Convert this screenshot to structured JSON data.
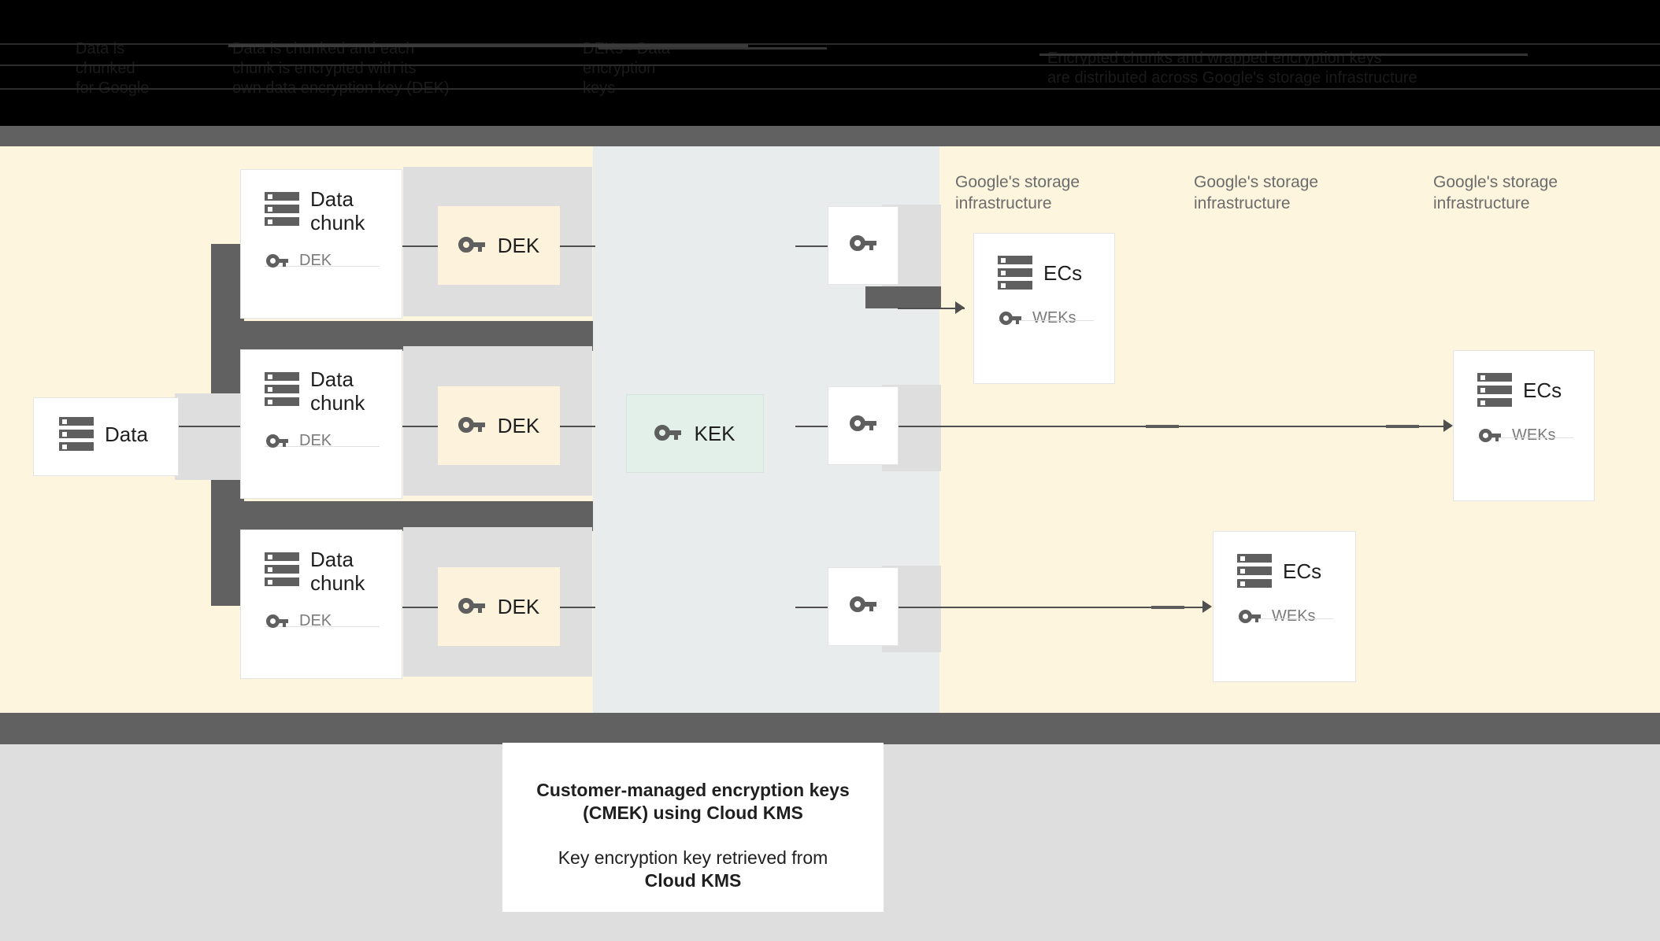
{
  "banner": {
    "obscured": true,
    "col1": "Data is\nchunked\nfor Google",
    "col2": "Data is chunked and each\nchunk is encrypted with its\nown data encryption key (DEK)",
    "col3": "DEKs - Data\nencryption\nkeys",
    "col4": "Encrypted chunks and wrapped encryption keys\nare distributed across Google's storage infrastructure"
  },
  "diagram": {
    "data_card": {
      "title": "Data",
      "icon": "storage-stack-icon"
    },
    "chunk_cards": [
      {
        "title": "Data\nchunk",
        "key_label": "DEK"
      },
      {
        "title": "Data\nchunk",
        "key_label": "DEK"
      },
      {
        "title": "Data\nchunk",
        "key_label": "DEK"
      }
    ],
    "dek_boxes": [
      {
        "label": "DEK"
      },
      {
        "label": "DEK"
      },
      {
        "label": "DEK"
      }
    ],
    "kek_box": {
      "label": "KEK"
    },
    "wrapped_keys": [
      {
        "icon": "key-icon"
      },
      {
        "icon": "key-icon"
      },
      {
        "icon": "key-icon"
      }
    ],
    "storage_labels": [
      "Google's storage\ninfrastructure",
      "Google's storage\ninfrastructure",
      "Google's storage\ninfrastructure"
    ],
    "ec_cards": [
      {
        "title": "ECs",
        "key_label": "WEKs"
      },
      {
        "title": "ECs",
        "key_label": "WEKs"
      },
      {
        "title": "ECs",
        "key_label": "WEKs"
      }
    ]
  },
  "caption": {
    "line1": "Customer-managed encryption keys",
    "line2": "(CMEK) using Cloud KMS",
    "line3": "Key encryption key retrieved from",
    "line4": "Cloud KMS"
  },
  "colors": {
    "cream": "#fdf5dd",
    "bluegray": "#e8ecec",
    "gray": "#dedede",
    "dark": "#616161",
    "dek_fill": "#fdf3dc",
    "kek_fill": "#e3f0e9",
    "icon": "#5f5f5f",
    "text": "#1f1f1f",
    "muted": "#7a7a7a"
  }
}
